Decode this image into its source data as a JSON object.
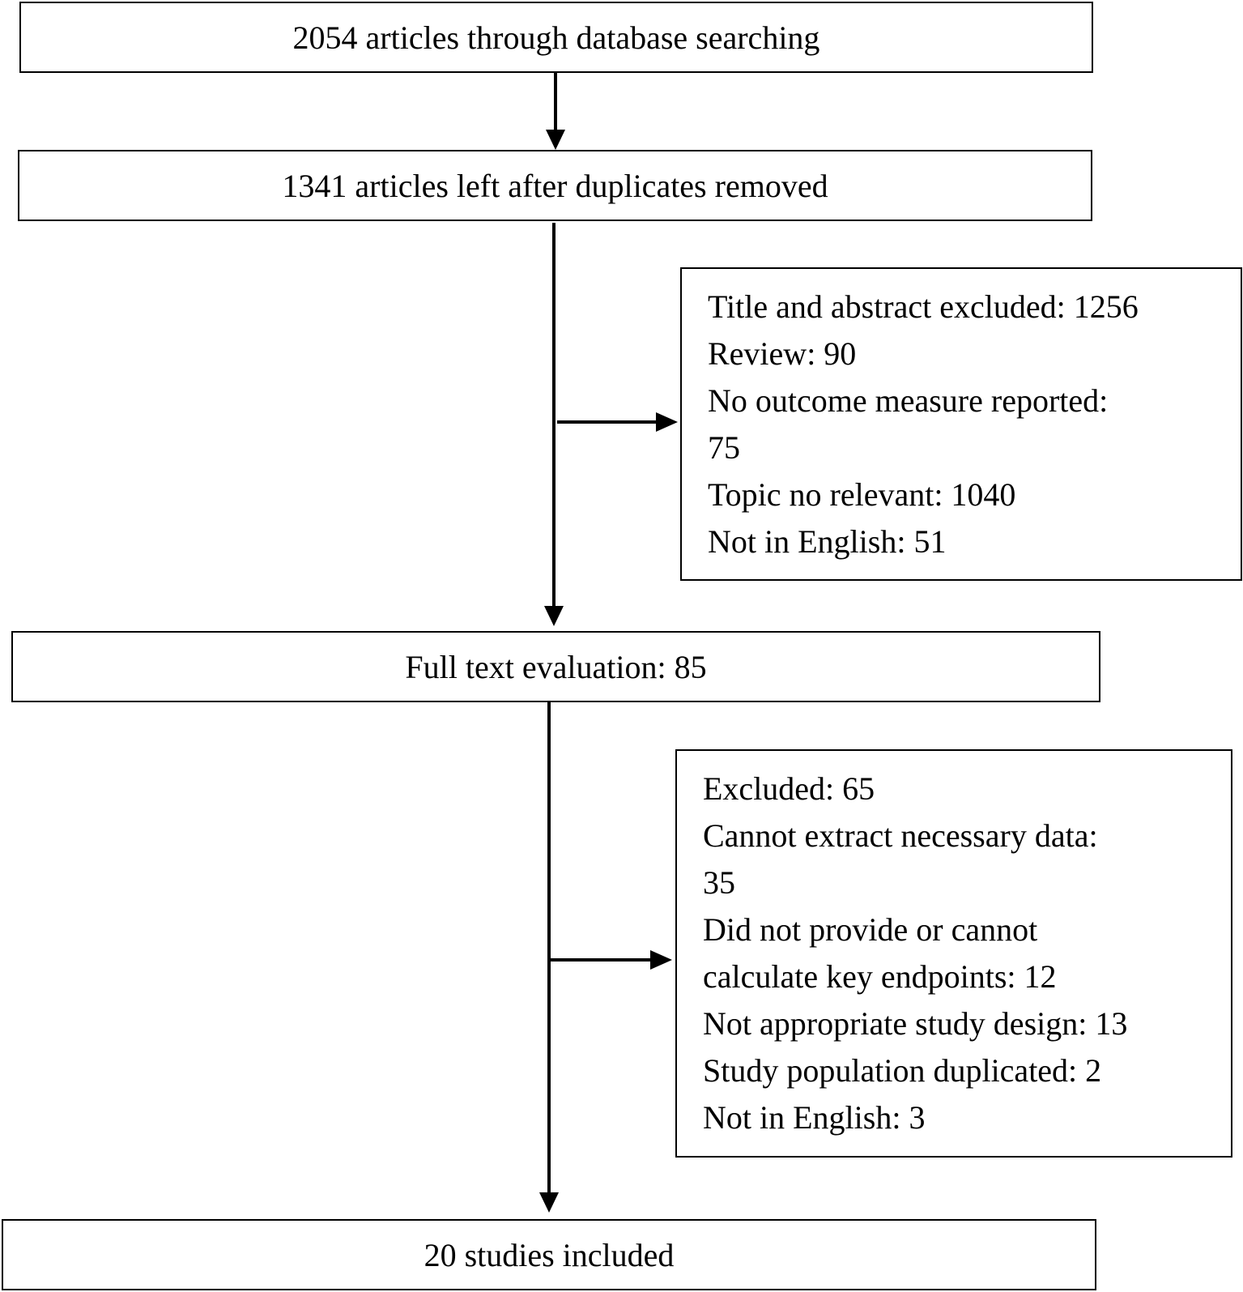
{
  "flow": {
    "step1": "2054 articles through database searching",
    "step2": "1341 articles left after duplicates removed",
    "exclusion1": [
      "Title and abstract excluded: 1256",
      "Review: 90",
      "No outcome measure reported:",
      "75",
      "Topic no relevant: 1040",
      "Not in English: 51"
    ],
    "step3": "Full text evaluation: 85",
    "exclusion2": [
      "Excluded: 65",
      "Cannot extract necessary data:",
      "35",
      "Did not provide or cannot",
      "calculate key endpoints: 12",
      "Not appropriate study design: 13",
      "Study population duplicated: 2",
      "Not in English: 3"
    ],
    "step4": "20 studies included"
  }
}
